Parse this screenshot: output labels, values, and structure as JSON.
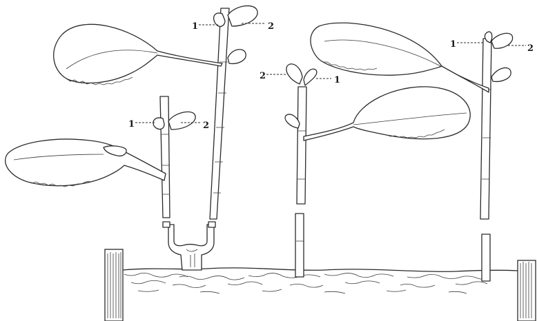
{
  "figure": {
    "labels": {
      "a1": "1",
      "a2": "2",
      "b1": "1",
      "b2": "2",
      "c2": "2",
      "c1": "1",
      "d1": "1",
      "d2": "2"
    },
    "colors": {
      "ink": "#2a2a2a",
      "background": "#ffffff",
      "soil": "#8a8a8a"
    }
  }
}
